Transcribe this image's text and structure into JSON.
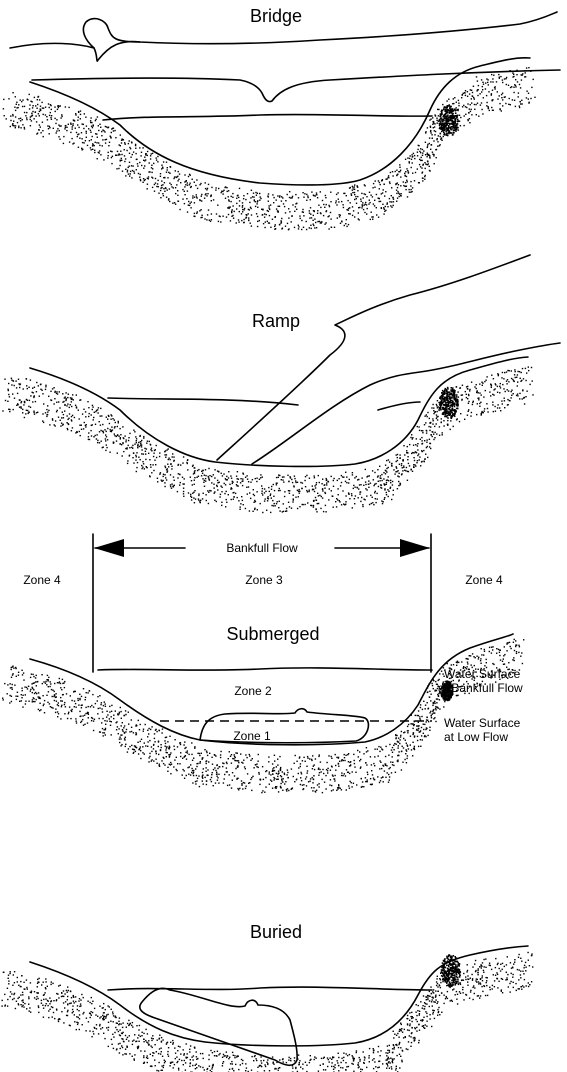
{
  "panels": {
    "bridge": {
      "title": "Bridge"
    },
    "ramp": {
      "title": "Ramp"
    },
    "submerged": {
      "title": "Submerged",
      "bankfull_label": "Bankfull Flow",
      "zone4_left": "Zone 4",
      "zone3": "Zone 3",
      "zone4_right": "Zone 4",
      "zone2": "Zone 2",
      "zone1": "Zone 1",
      "ws_bankfull_line1": "Water Surface",
      "ws_bankfull_line2": "at Bankfull Flow",
      "ws_low_line1": "Water Surface",
      "ws_low_line2": "at Low Flow"
    },
    "buried": {
      "title": "Buried"
    }
  },
  "colors": {
    "ink": "#000000",
    "background": "#ffffff"
  }
}
